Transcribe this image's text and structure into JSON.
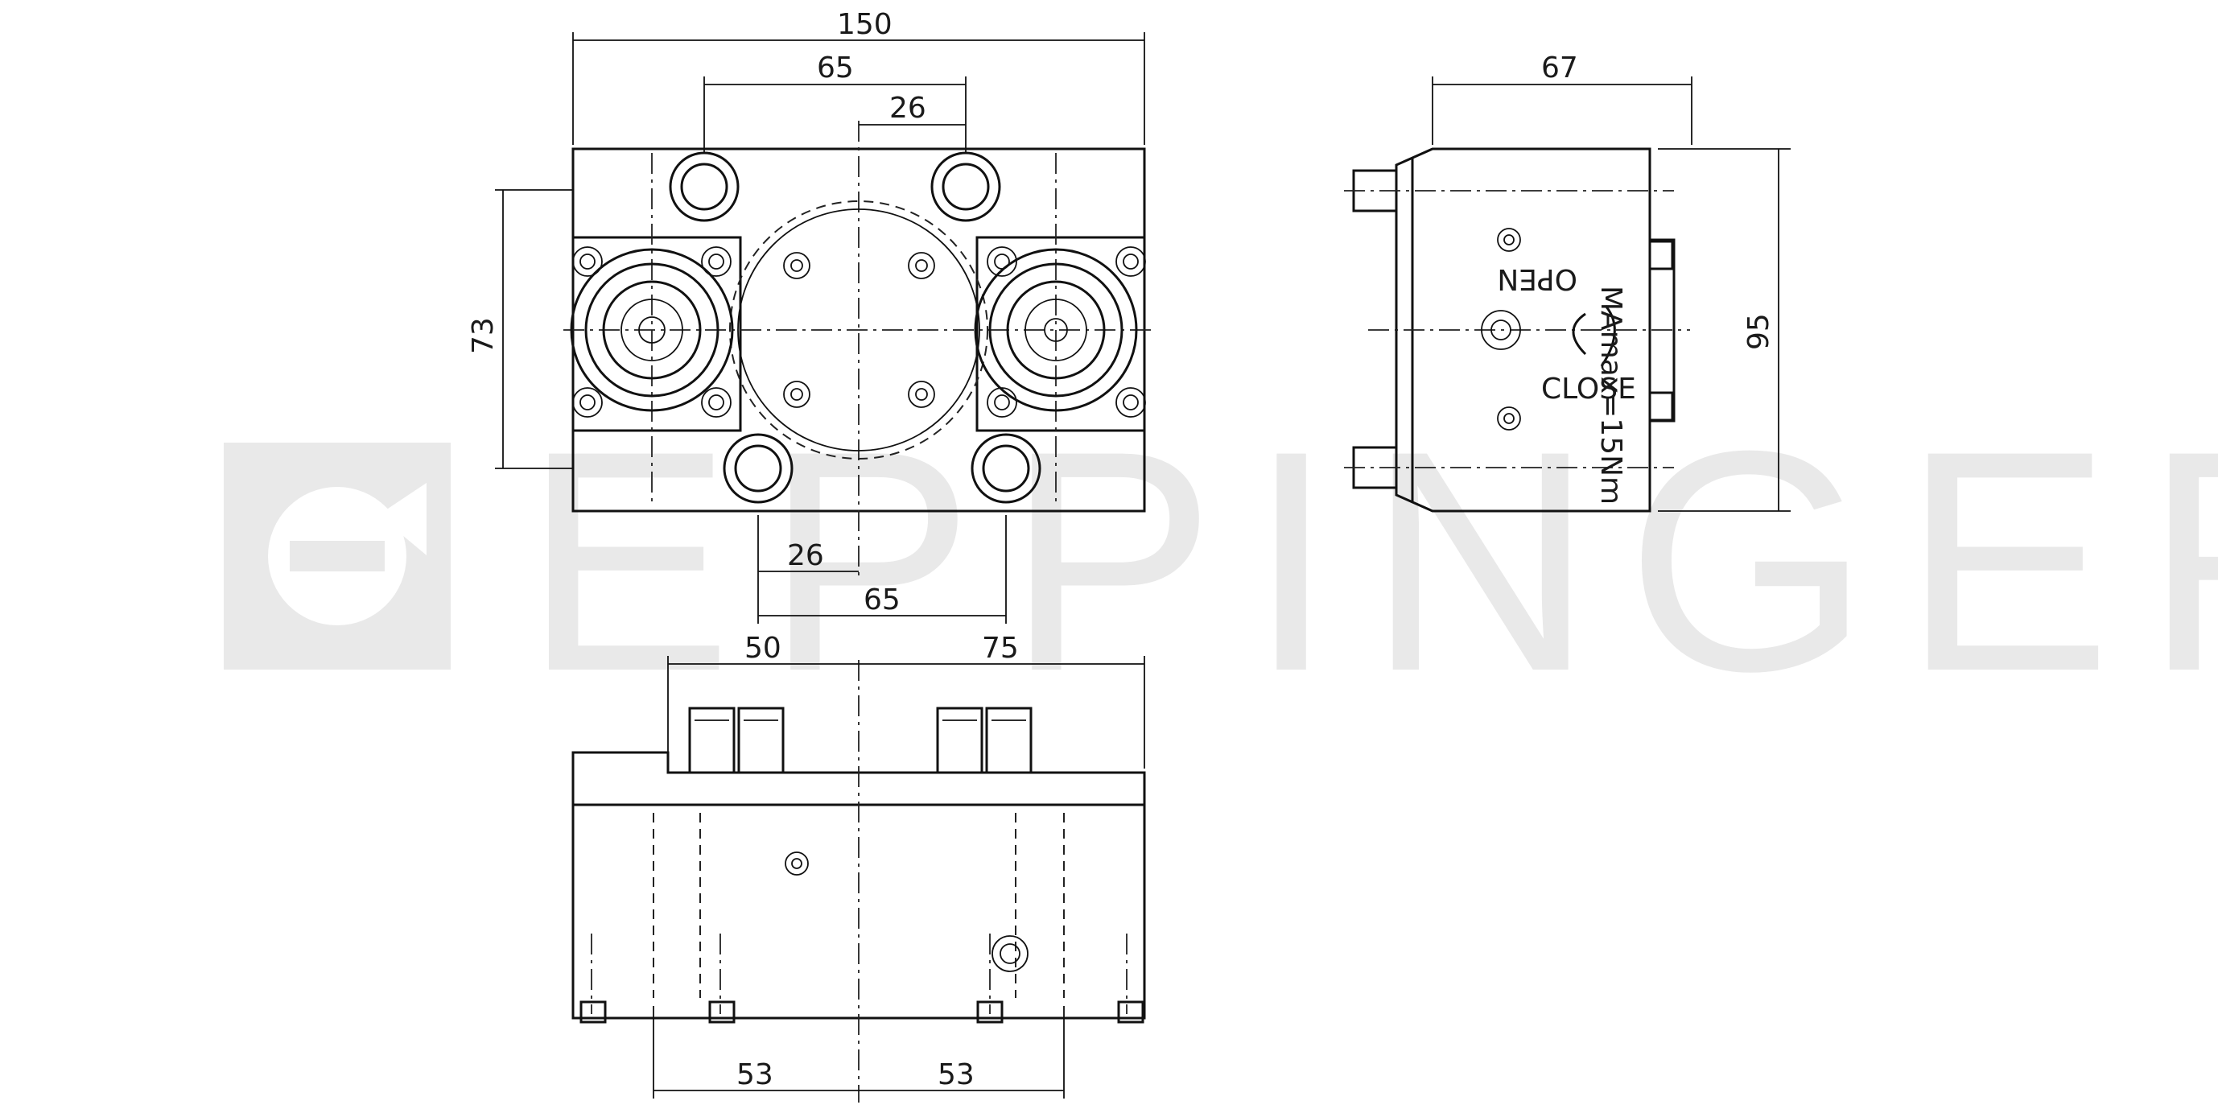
{
  "watermark": {
    "text": "EPPINGER"
  },
  "front_view": {
    "dims": {
      "width_total": "150",
      "bore_spacing_top": "65",
      "center_offset_top": "26",
      "height": "73",
      "center_offset_bottom": "26",
      "bore_spacing_bottom": "65"
    }
  },
  "side_view": {
    "dims": {
      "depth": "67",
      "height": "95"
    },
    "labels": {
      "open": "OPEN",
      "close": "CLOSE",
      "torque": "MAmax=15Nm"
    }
  },
  "bottom_view": {
    "dims": {
      "left_offset": "50",
      "right_offset": "75",
      "left_spacing": "53",
      "right_spacing": "53"
    }
  },
  "colors": {
    "line": "#111111",
    "watermark": "#e9e9e9",
    "background": "#ffffff"
  }
}
